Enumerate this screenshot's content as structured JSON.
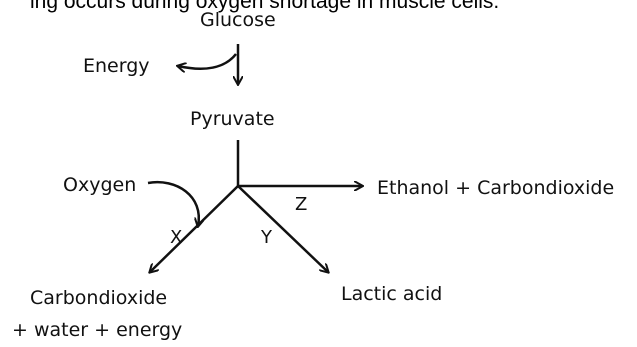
{
  "question_fragment": "ing occurs during oxygen shortage in muscle cells.",
  "nodes": {
    "glucose": "Glucose",
    "energy": "Energy",
    "pyruvate": "Pyruvate",
    "oxygen": "Oxygen",
    "ethanol": "Ethanol + Carbondioxide",
    "lactic": "Lactic acid",
    "carbon_line1": "Carbondioxide",
    "carbon_line2": "+ water + energy"
  },
  "pathway_labels": {
    "x": "X",
    "y": "Y",
    "z": "Z"
  }
}
